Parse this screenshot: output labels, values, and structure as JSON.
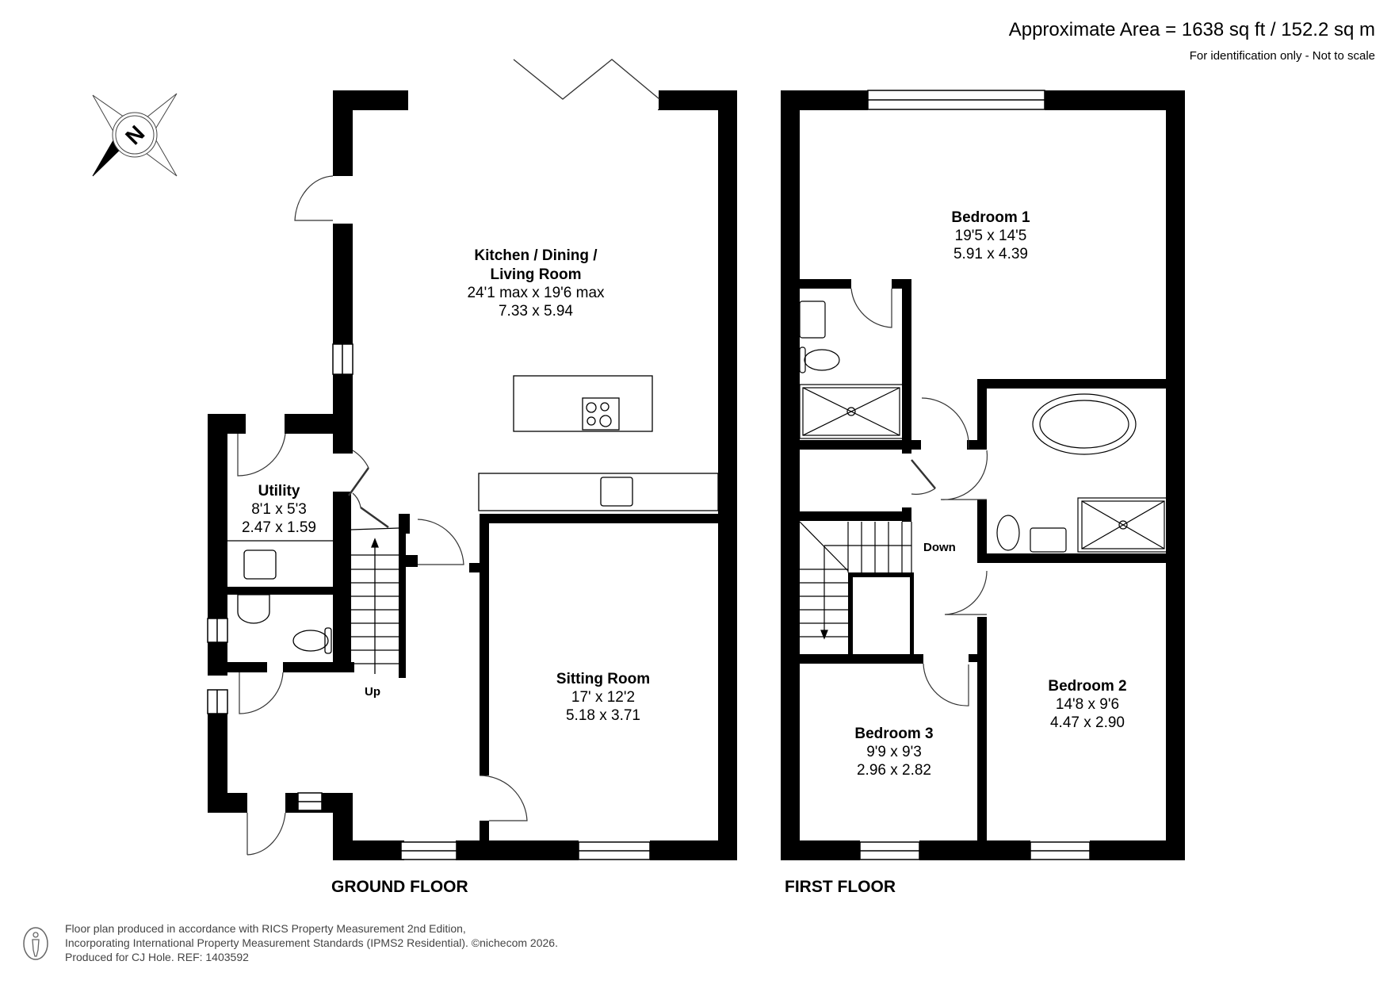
{
  "header": {
    "area": "Approximate Area = 1638 sq ft / 152.2 sq m",
    "disclaimer": "For identification only - Not to scale"
  },
  "compass": {
    "icon": "compass-north-icon",
    "label": "N"
  },
  "ground_floor": {
    "label": "GROUND FLOOR",
    "stairs_label": "Up",
    "rooms": [
      {
        "name": "Kitchen / Dining /",
        "name2": "Living Room",
        "imperial": "24'1 max x 19'6 max",
        "metric": "7.33 x 5.94"
      },
      {
        "name": "Utility",
        "imperial": "8'1 x 5'3",
        "metric": "2.47 x 1.59"
      },
      {
        "name": "Sitting Room",
        "imperial": "17' x 12'2",
        "metric": "5.18 x 3.71"
      }
    ]
  },
  "first_floor": {
    "label": "FIRST FLOOR",
    "stairs_label": "Down",
    "rooms": [
      {
        "name": "Bedroom 1",
        "imperial": "19'5 x 14'5",
        "metric": "5.91 x 4.39"
      },
      {
        "name": "Bedroom 2",
        "imperial": "14'8 x 9'6",
        "metric": "4.47 x 2.90"
      },
      {
        "name": "Bedroom 3",
        "imperial": "9'9 x 9'3",
        "metric": "2.96 x 2.82"
      }
    ]
  },
  "footer": {
    "line1": "Floor plan produced in accordance with RICS Property Measurement 2nd Edition,",
    "line2": "Incorporating International Property Measurement Standards (IPMS2 Residential).  ©nichecom 2026.",
    "line3": "Produced for CJ Hole.   REF:     1403592"
  }
}
